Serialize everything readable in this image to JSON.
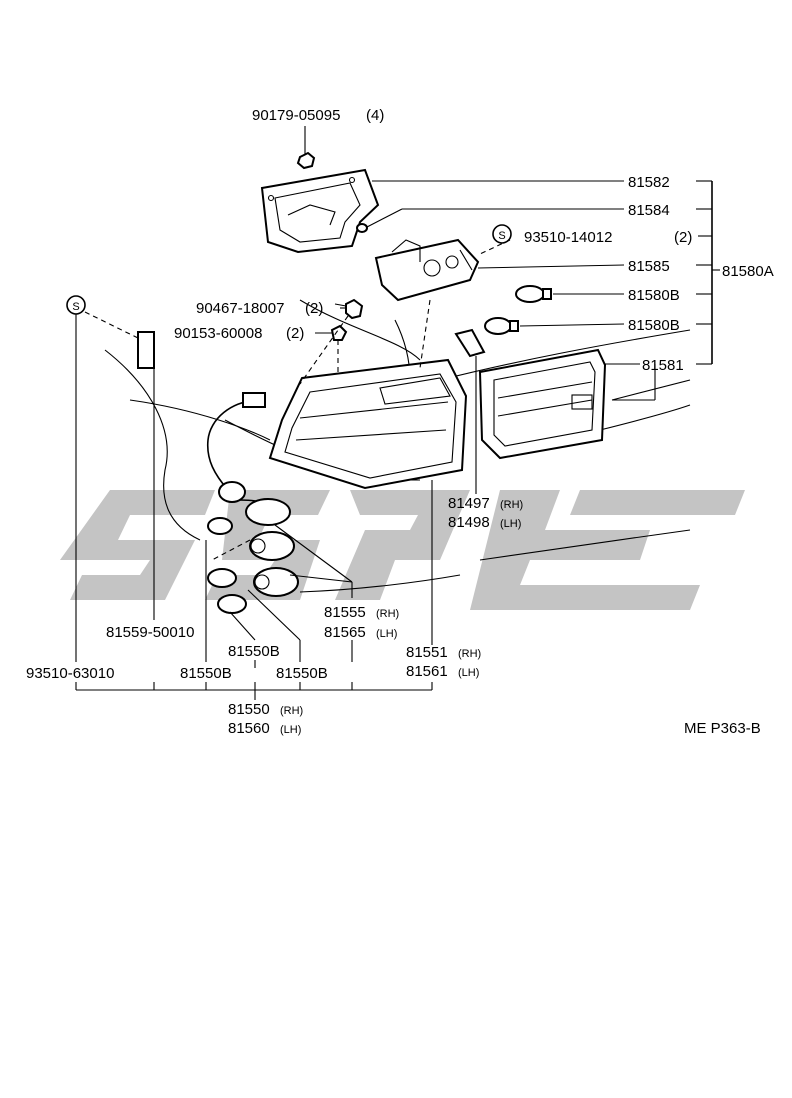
{
  "callouts": {
    "c1": "90179-05095",
    "c1q": "(4)",
    "c2": "81582",
    "c3": "81584",
    "c4": "93510-14012",
    "c4q": "(2)",
    "c5": "81585",
    "c6": "81580A",
    "c7": "81580B",
    "c8": "81580B",
    "c9": "90467-18007",
    "c9q": "(2)",
    "c10": "90153-60008",
    "c10q": "(2)",
    "c11": "81581",
    "c12": "81497",
    "c12s": "(RH)",
    "c13": "81498",
    "c13s": "(LH)",
    "c14": "81555",
    "c14s": "(RH)",
    "c15": "81565",
    "c15s": "(LH)",
    "c16": "81559-50010",
    "c17": "81550B",
    "c18": "81551",
    "c18s": "(RH)",
    "c19": "81561",
    "c19s": "(LH)",
    "c20": "93510-63010",
    "c21": "81550B",
    "c22": "81550B",
    "c23": "81550",
    "c23s": "(RH)",
    "c24": "81560",
    "c24s": "(LH)",
    "s1": "S",
    "s2": "S"
  },
  "code": "ME P363-B"
}
